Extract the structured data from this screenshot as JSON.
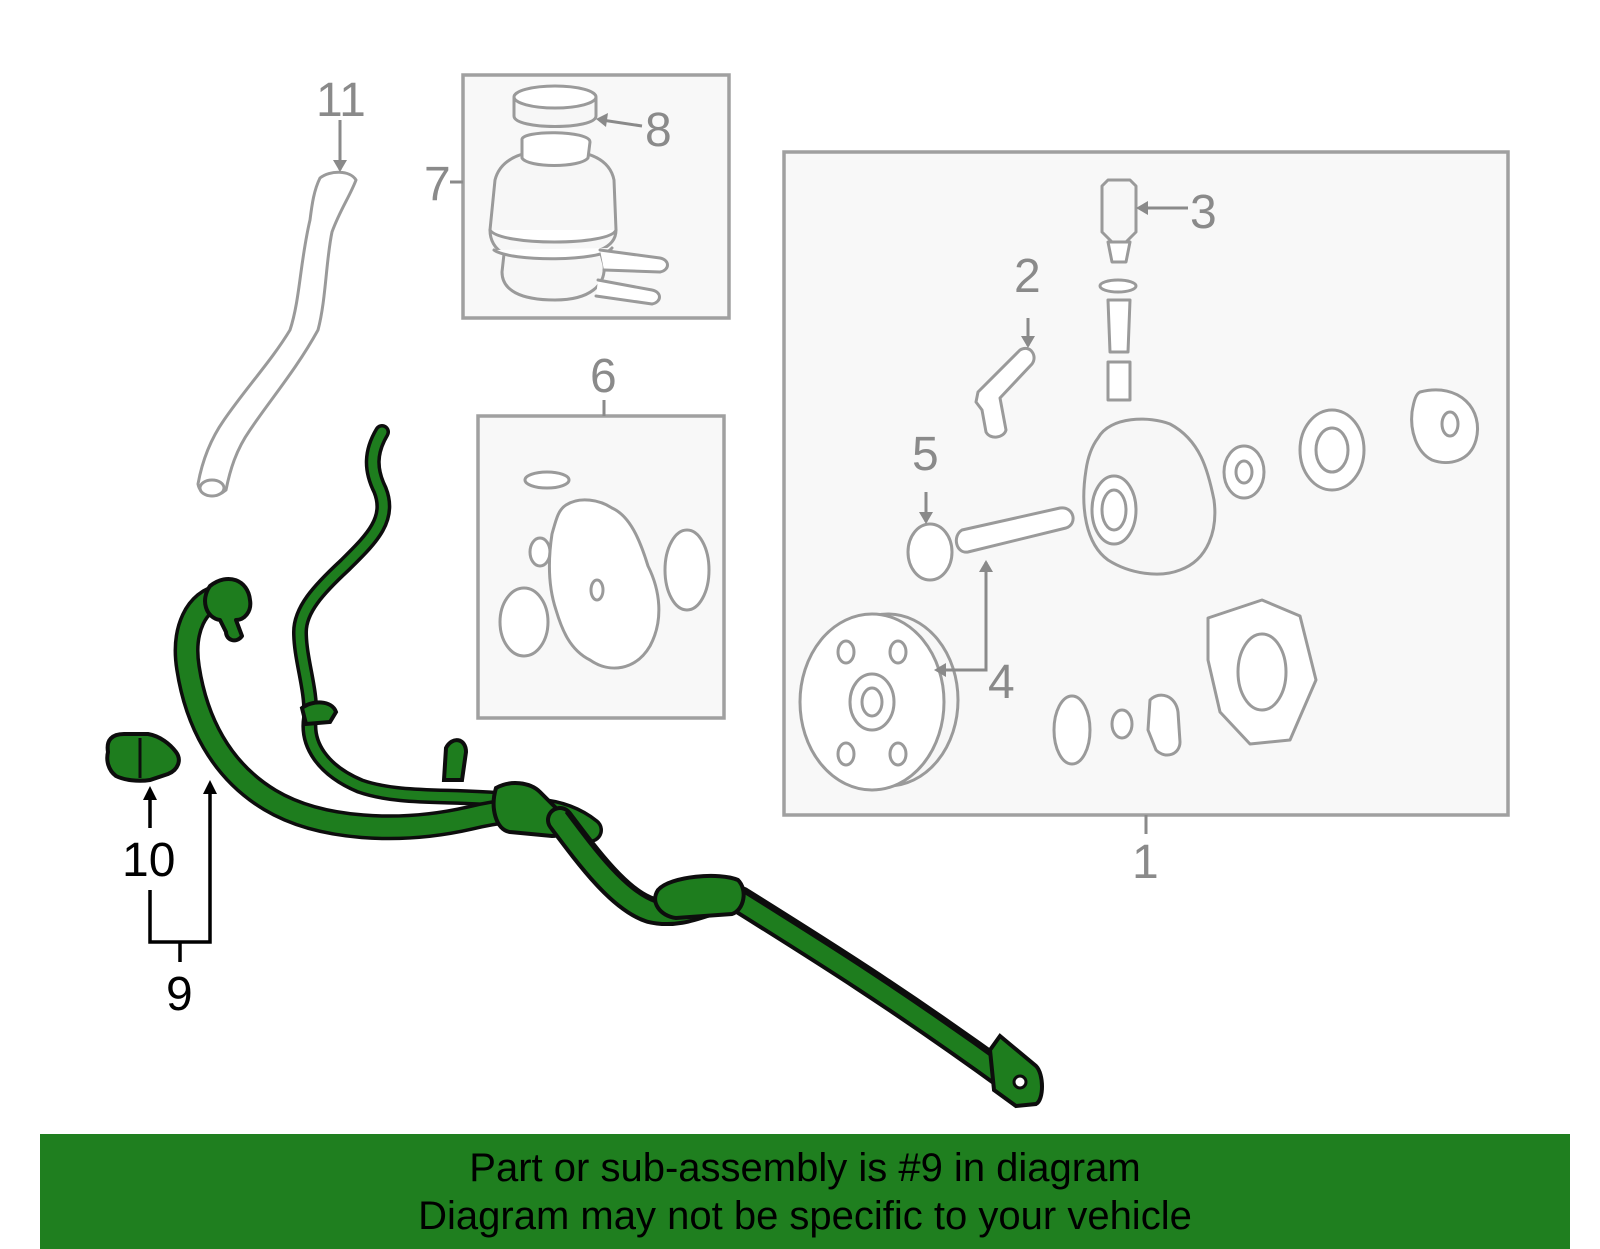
{
  "callouts": {
    "c1": "1",
    "c2": "2",
    "c3": "3",
    "c4": "4",
    "c5": "5",
    "c6": "6",
    "c7": "7",
    "c8": "8",
    "c9": "9",
    "c10": "10",
    "c11": "11"
  },
  "banner": {
    "line1": "Part or sub-assembly is #9 in diagram",
    "line2": "Diagram may not be specific to your vehicle"
  },
  "colors": {
    "highlight": "#1e7d1e",
    "banner": "#1f7f1f",
    "linework": "#9a9a9a"
  }
}
